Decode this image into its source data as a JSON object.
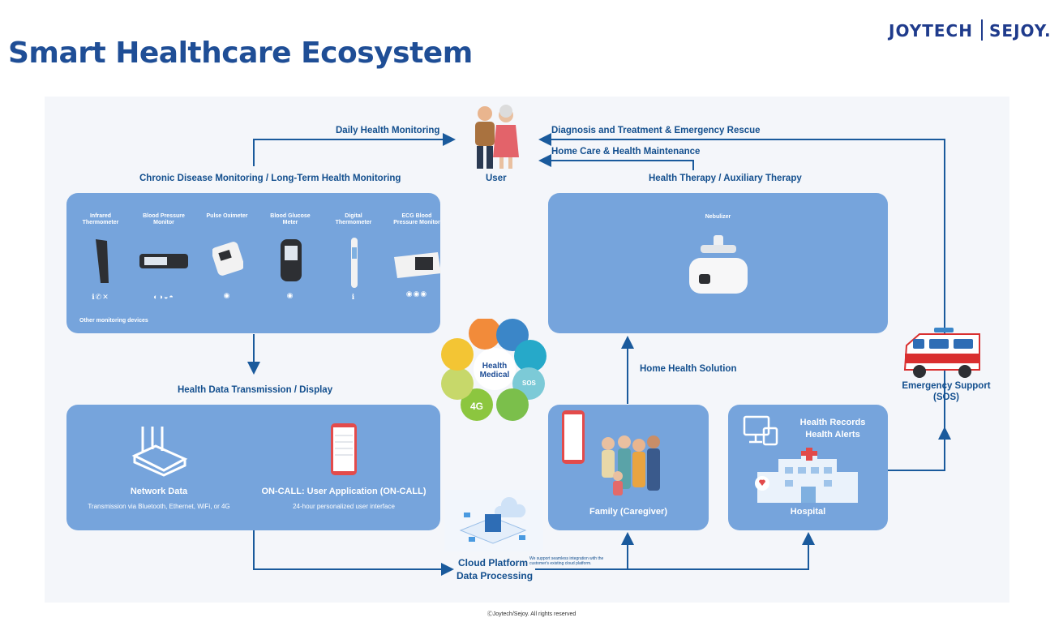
{
  "header": {
    "title": "Smart Healthcare Ecosystem",
    "logo_left": "JOYTECH",
    "logo_right": "SEJOY."
  },
  "user": {
    "label": "User"
  },
  "flows": {
    "daily": "Daily Health Monitoring",
    "chronic": "Chronic Disease Monitoring / Long-Term Health Monitoring",
    "diagnosis": "Diagnosis and Treatment & Emergency Rescue",
    "home_care": "Home Care & Health Maintenance",
    "therapy": "Health Therapy / Auxiliary Therapy",
    "transmission": "Health Data Transmission / Display",
    "home_solution": "Home Health Solution"
  },
  "devices": [
    {
      "name": "Infrared Thermometer",
      "icons": "ℹ✆✕"
    },
    {
      "name": "Blood Pressure Monitor",
      "icons": "◐◑◒◓"
    },
    {
      "name": "Pulse Oximeter",
      "icons": "◉"
    },
    {
      "name": "Blood Glucose Meter",
      "icons": "◉"
    },
    {
      "name": "Digital Thermometer",
      "icons": "ℹ"
    },
    {
      "name": "ECG Blood Pressure Monitor",
      "icons": "◉◉◉"
    }
  ],
  "monitoring": {
    "other": "Other monitoring devices"
  },
  "therapy_panel": {
    "device": "Nebulizer"
  },
  "hub": {
    "line1": "Health",
    "line2": "Medical",
    "sos": "SOS",
    "g4": "4G"
  },
  "network": {
    "title": "Network Data",
    "desc": "Transmission via Bluetooth, Ethernet, WiFi, or 4G"
  },
  "oncall": {
    "title": "ON-CALL: User Application (ON-CALL)",
    "desc": "24-hour personalized user interface"
  },
  "family": {
    "title": "Family (Caregiver)"
  },
  "hospital": {
    "records": "Health Records",
    "alerts": "Health Alerts",
    "title": "Hospital"
  },
  "emergency": {
    "line1": "Emergency Support",
    "line2": "(SOS)"
  },
  "cloud": {
    "title": "Cloud Platform",
    "subtitle": "Data Processing",
    "note": "We support seamless integration with the customer's existing cloud platform."
  },
  "footer": "ⒸJoytech/Sejoy. All rights reserved",
  "colors": {
    "panel": "#76a4dc",
    "arrow": "#1a5a9c",
    "title": "#1f4e96"
  }
}
